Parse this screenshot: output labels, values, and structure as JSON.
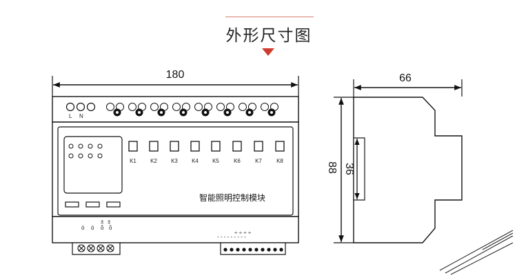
{
  "header": {
    "title": "外形尺寸图"
  },
  "front_view": {
    "width_label": "180",
    "top_terminals": [
      "L",
      "N"
    ],
    "channel_keys": [
      "K1",
      "K2",
      "K3",
      "K4",
      "K5",
      "K6",
      "K7",
      "K8"
    ],
    "product_name": "智能照明控制模块"
  },
  "side_view": {
    "width_label": "66",
    "height_label": "88",
    "rail_label": "36"
  },
  "colors": {
    "accent": "#cf3b2c",
    "line": "#111111"
  }
}
